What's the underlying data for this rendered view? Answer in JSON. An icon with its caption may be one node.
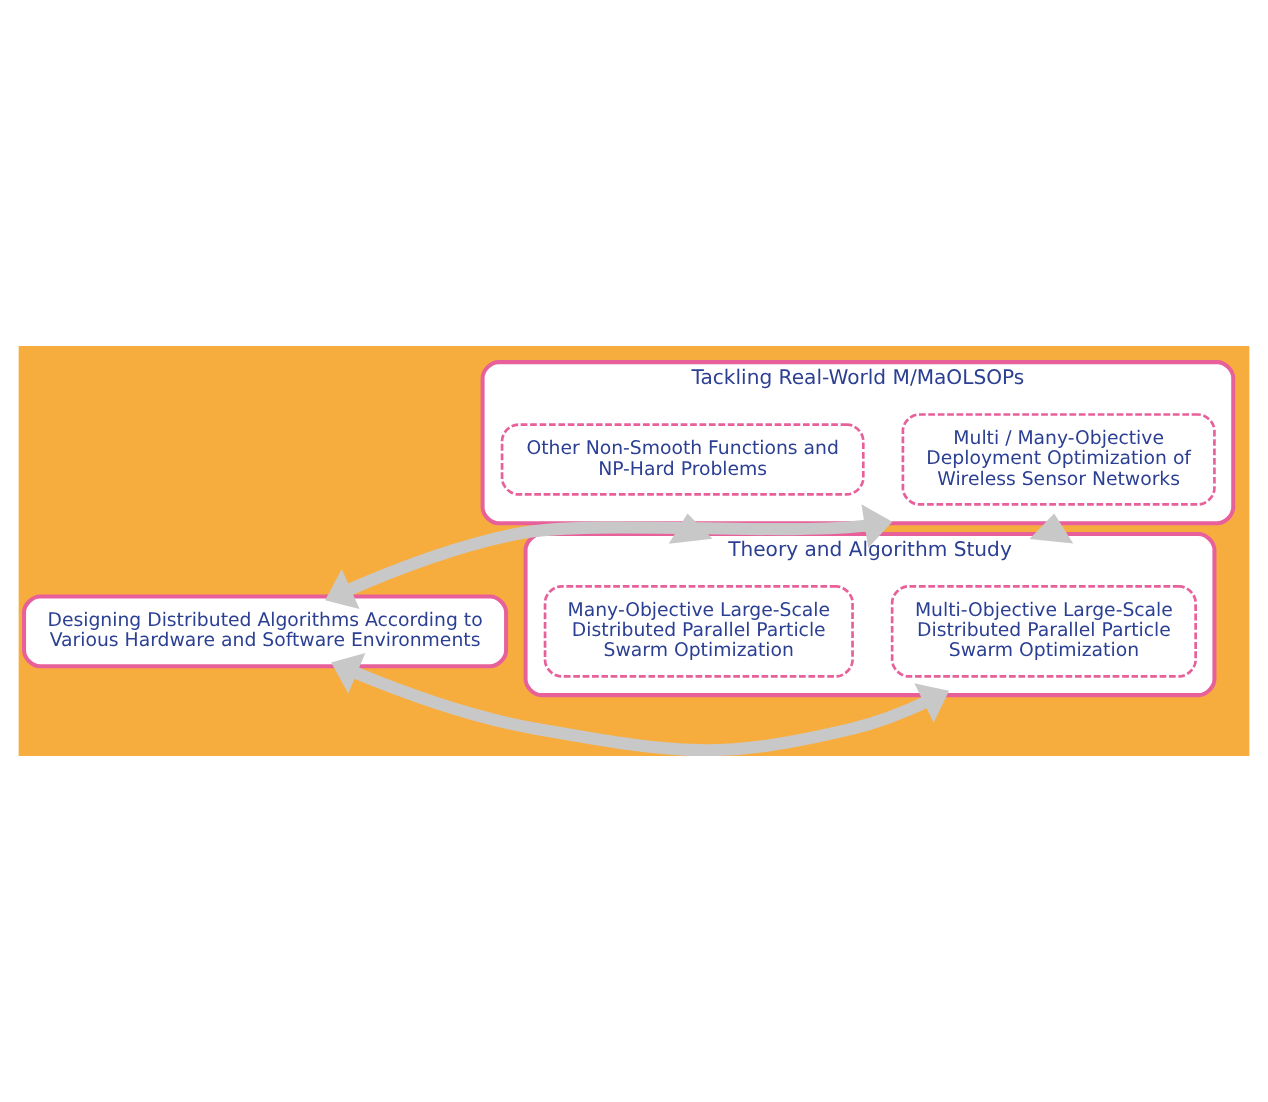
{
  "diagram": {
    "nodes": [
      {
        "text": [
          "Tackling Real-World M/MaOLSOPs"
        ]
      },
      {
        "text": [
          "Multi / Many-Objective Deployment Optimization of Wireless Sensor Networks"
        ],
        "in": 0
      },
      {
        "text": [
          "Other Non-Smooth Functions and NP-Hard Problems"
        ],
        "in": 0
      },
      {
        "text": [
          "Theory and Algorithm Study"
        ]
      },
      {
        "text": [
          "Multi-Objective Large-Scale Distributed Parallel Particle Swarm Optimization"
        ],
        "in": 3
      },
      {
        "text": [
          "Many-Objective Large-Scale Distributed Parallel Particle Swarm Optimization"
        ],
        "in": 3
      },
      {
        "text": [
          "Designing Distributed Algorithms According to Various Hardware and Software Environments"
        ]
      }
    ],
    "edges": [
      {
        "from": 3,
        "to": 0,
        "arrow": "to"
      },
      {
        "from": 3,
        "to": 0,
        "arrow": "to"
      },
      {
        "from": 0,
        "to": 6,
        "arrow": "both"
      },
      {
        "from": 3,
        "to": 6,
        "arrow": "both"
      }
    ]
  }
}
